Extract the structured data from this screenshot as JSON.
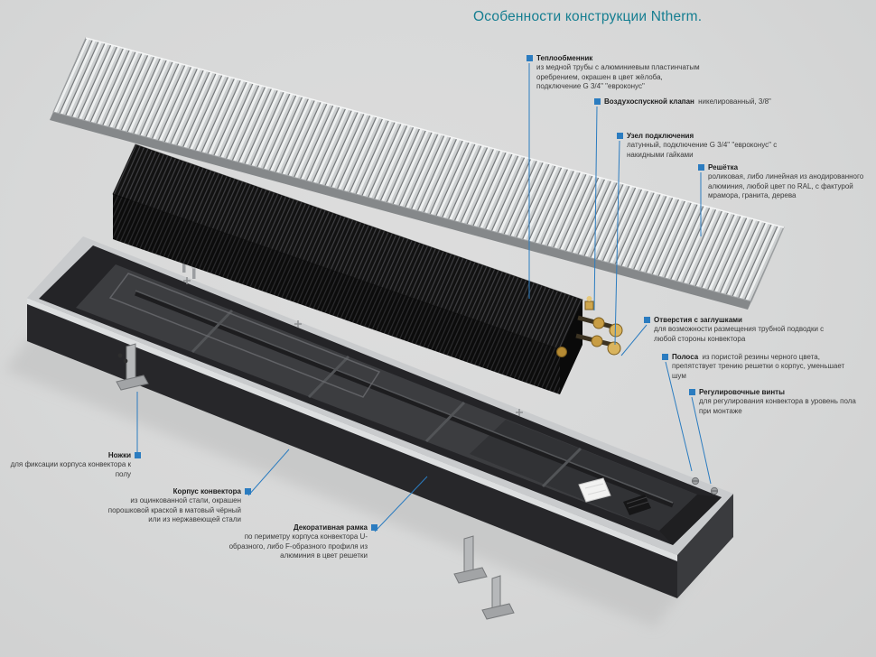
{
  "title": "Особенности конструкции Ntherm.",
  "colors": {
    "accent": "#2b7cc0",
    "title": "#157e91"
  },
  "callouts": {
    "heat_exchanger": {
      "label": "Теплообменник",
      "desc": "из медной трубы с алюминиевым пластинчатым оребрением, окрашен в цвет жёлоба, подключение G 3/4\" \"евроконус\""
    },
    "air_valve": {
      "label": "Воздухоспускной клапан",
      "desc": "никелированный, 3/8\""
    },
    "connection_unit": {
      "label": "Узел подключения",
      "desc": "латунный, подключение G 3/4\" \"евроконус\" с накидными гайками"
    },
    "grille": {
      "label": "Решётка",
      "desc": "роликовая, либо линейная из анодированного алюминия, любой цвет по RAL, с фактурой мрамора, гранита, дерева"
    },
    "openings": {
      "label": "Отверстия с заглушками",
      "desc": "для возможности размещения трубной подводки с любой стороны конвектора"
    },
    "rubber_strip": {
      "label": "Полоса",
      "desc": "из пористой резины черного цвета, препятствует трению решетки о корпус, уменьшает шум"
    },
    "adjusting_screws": {
      "label": "Регулировочные винты",
      "desc": "для регулирования конвектора в уровень пола при монтаже"
    },
    "legs": {
      "label": "Ножки",
      "desc": "для фиксации корпуса конвектора к полу"
    },
    "body": {
      "label": "Корпус конвектора",
      "desc": "из оцинкованной стали, окрашен порошковой краской в матовый чёрный или из нержавеющей стали"
    },
    "frame": {
      "label": "Декоративная рамка",
      "desc": "по периметру корпуса конвектора U-образного, либо F-образного профиля из алюминия в цвет решетки"
    }
  }
}
